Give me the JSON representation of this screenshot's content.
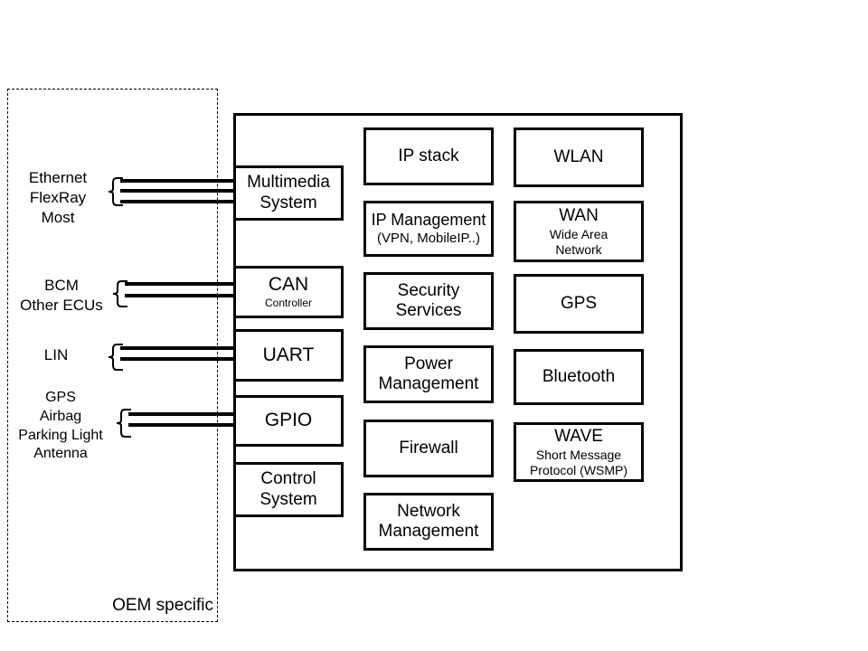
{
  "diagram": {
    "oem": {
      "label": "OEM specific"
    },
    "external_buses": [
      {
        "name": "ethernet-group",
        "label": "Ethernet\nFlexRay\nMost",
        "lines": 3,
        "connects_to": "Multimedia System"
      },
      {
        "name": "bcm-group",
        "label": "BCM\nOther ECUs",
        "lines": 2,
        "connects_to": "CAN Controller"
      },
      {
        "name": "lin-group",
        "label": "LIN",
        "lines": 2,
        "connects_to": "UART"
      },
      {
        "name": "gpio-group",
        "label": "GPS\nAirbag\nParking Light\nAntenna",
        "lines": 2,
        "connects_to": "GPIO"
      }
    ],
    "columns": [
      {
        "name": "interface-column",
        "boxes": [
          {
            "name": "multimedia-system",
            "title": "Multimedia\nSystem",
            "subtitle": ""
          },
          {
            "name": "can-controller",
            "title": "CAN",
            "subtitle": "Controller"
          },
          {
            "name": "uart",
            "title": "UART",
            "subtitle": ""
          },
          {
            "name": "gpio",
            "title": "GPIO",
            "subtitle": ""
          },
          {
            "name": "control-system",
            "title": "Control\nSystem",
            "subtitle": ""
          }
        ]
      },
      {
        "name": "services-column",
        "boxes": [
          {
            "name": "ip-stack",
            "title": "IP stack",
            "subtitle": ""
          },
          {
            "name": "ip-management",
            "title": "IP Management",
            "subtitle": "(VPN, MobileIP..)"
          },
          {
            "name": "security-services",
            "title": "Security\nServices",
            "subtitle": ""
          },
          {
            "name": "power-management",
            "title": "Power\nManagement",
            "subtitle": ""
          },
          {
            "name": "firewall",
            "title": "Firewall",
            "subtitle": ""
          },
          {
            "name": "network-management",
            "title": "Network\nManagement",
            "subtitle": ""
          }
        ]
      },
      {
        "name": "radio-column",
        "boxes": [
          {
            "name": "wlan",
            "title": "WLAN",
            "subtitle": ""
          },
          {
            "name": "wan",
            "title": "WAN",
            "subtitle": "Wide Area\nNetwork"
          },
          {
            "name": "gps",
            "title": "GPS",
            "subtitle": ""
          },
          {
            "name": "bluetooth",
            "title": "Bluetooth",
            "subtitle": ""
          },
          {
            "name": "wave",
            "title": "WAVE",
            "subtitle": "Short Message\nProtocol (WSMP)"
          }
        ]
      }
    ],
    "colors": {
      "stroke": "#000000",
      "background": "#ffffff"
    }
  }
}
